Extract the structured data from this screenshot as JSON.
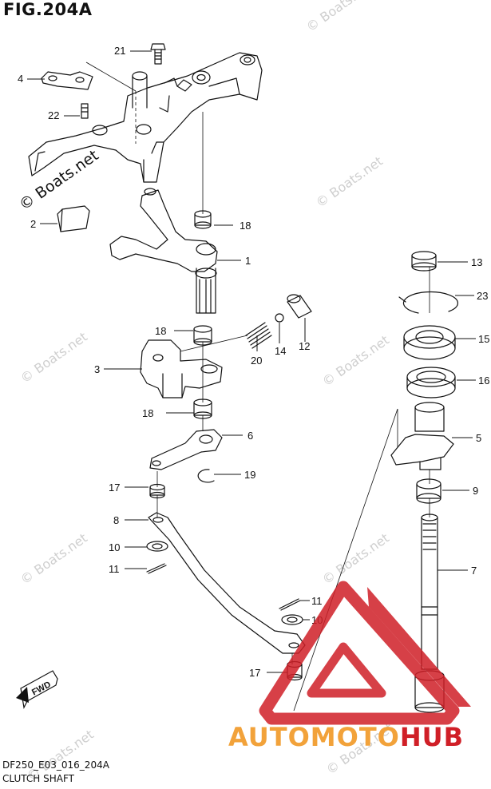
{
  "title": "FIG.204A",
  "footer": {
    "model": "DF250_E03_016_204A",
    "caption": "CLUTCH SHAFT"
  },
  "watermark": {
    "text": "© Boats.net"
  },
  "brand": {
    "part1": "AUTOMOTO",
    "part2": "HUB",
    "color1": "#f2a23a",
    "color2": "#d01f27"
  },
  "fwd_label": "FWD",
  "callouts": {
    "c21": "21",
    "c4": "4",
    "c22": "22",
    "c2": "2",
    "c18a": "18",
    "c1": "1",
    "c18b": "18",
    "c3": "3",
    "c20": "20",
    "c14": "14",
    "c12": "12",
    "c18c": "18",
    "c6": "6",
    "c17a": "17",
    "c19": "19",
    "c8": "8",
    "c10a": "10",
    "c11a": "11",
    "c11b": "11",
    "c10b": "10",
    "c17b": "17",
    "c13": "13",
    "c23": "23",
    "c15": "15",
    "c16": "16",
    "c5": "5",
    "c9": "9",
    "c7": "7"
  }
}
